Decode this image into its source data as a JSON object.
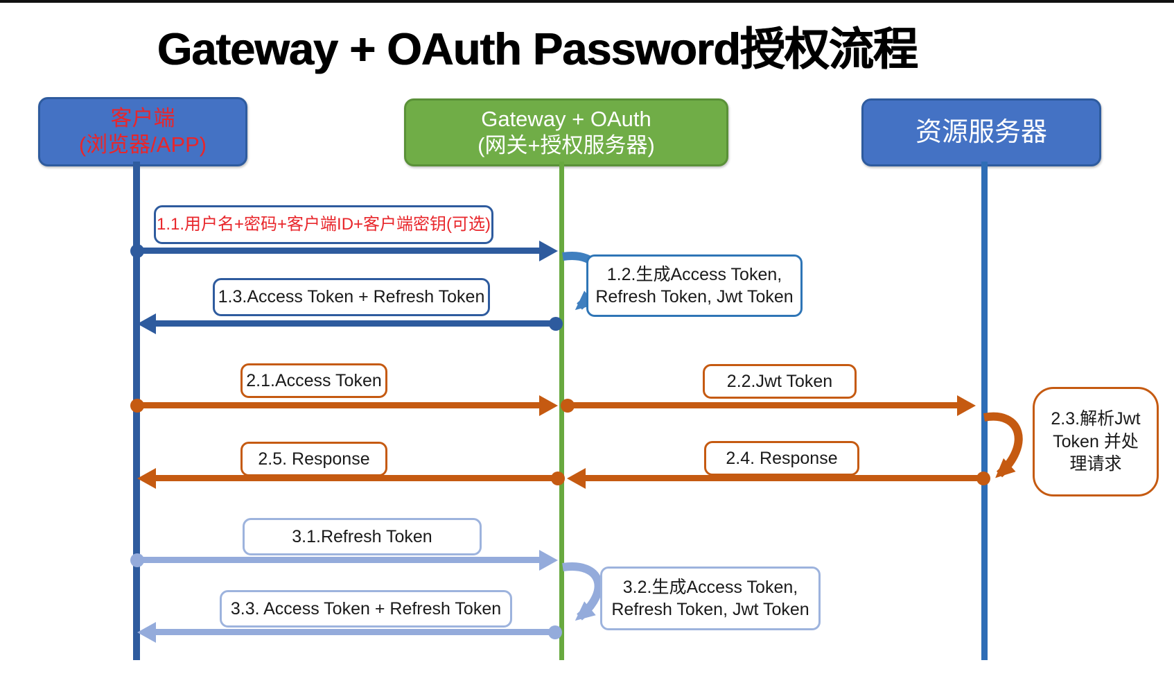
{
  "title": "Gateway + OAuth Password授权流程",
  "actors": {
    "client": {
      "line1": "客户端",
      "line2": "(浏览器/APP)"
    },
    "gateway": {
      "line1": "Gateway + OAuth",
      "line2": "(网关+授权服务器)"
    },
    "resource": {
      "line1": "资源服务器"
    }
  },
  "messages": {
    "m11": {
      "label": "1.1.用户名+密码+客户端ID+客户端密钥(可选)",
      "from": "client",
      "to": "gateway",
      "flow": 1
    },
    "m12": {
      "label": "1.2.生成Access Token, Refresh Token, Jwt Token",
      "type": "self-loop",
      "at": "gateway",
      "flow": 1
    },
    "m13": {
      "label": "1.3.Access Token + Refresh Token",
      "from": "gateway",
      "to": "client",
      "flow": 1
    },
    "m21": {
      "label": "2.1.Access Token",
      "from": "client",
      "to": "gateway",
      "flow": 2
    },
    "m22": {
      "label": "2.2.Jwt Token",
      "from": "gateway",
      "to": "resource",
      "flow": 2
    },
    "m23": {
      "label": "2.3.解析Jwt Token 并处理请求",
      "type": "self-loop",
      "at": "resource",
      "flow": 2
    },
    "m24": {
      "label": "2.4. Response",
      "from": "resource",
      "to": "gateway",
      "flow": 2
    },
    "m25": {
      "label": "2.5. Response",
      "from": "gateway",
      "to": "client",
      "flow": 2
    },
    "m31": {
      "label": "3.1.Refresh Token",
      "from": "client",
      "to": "gateway",
      "flow": 3
    },
    "m32": {
      "label": "3.2.生成Access Token, Refresh Token, Jwt Token",
      "type": "self-loop",
      "at": "gateway",
      "flow": 3
    },
    "m33": {
      "label": "3.3. Access Token + Refresh Token",
      "from": "gateway",
      "to": "client",
      "flow": 3
    }
  },
  "colors": {
    "client_box_fill": "#4472c4",
    "client_box_text": "#e8262b",
    "gateway_box_fill": "#70ad47",
    "resource_box_fill": "#4472c4",
    "actor_text": "#ffffff",
    "flow1_arrow": "#2e5b9e",
    "flow1_loop": "#3f7fbf",
    "flow2_arrow": "#c55a11",
    "flow3_arrow": "#94abdb",
    "label_text": "#1a1a1a",
    "red_label_text": "#e8262b",
    "background": "#ffffff",
    "title_text": "#000000"
  }
}
